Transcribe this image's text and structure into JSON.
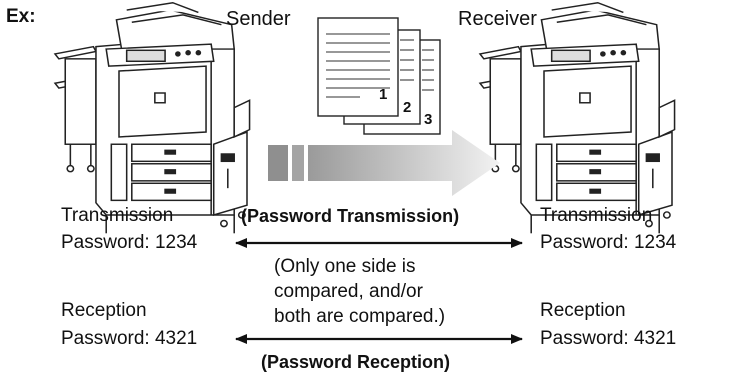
{
  "diagram": {
    "example_label": "Ex:",
    "sender_label": "Sender",
    "receiver_label": "Receiver",
    "page_numbers": [
      "1",
      "2",
      "3"
    ],
    "sender": {
      "transmission_line1": "Transmission",
      "transmission_line2": "Password: 1234",
      "reception_line1": "Reception",
      "reception_line2": "Password: 4321"
    },
    "receiver": {
      "transmission_line1": "Transmission",
      "transmission_line2": "Password: 1234",
      "reception_line1": "Reception",
      "reception_line2": "Password: 4321"
    },
    "password_transmission": "(Password Transmission)",
    "password_reception": "(Password Reception)",
    "note": [
      "(Only one side is",
      "compared, and/or",
      "both are compared.)"
    ]
  }
}
